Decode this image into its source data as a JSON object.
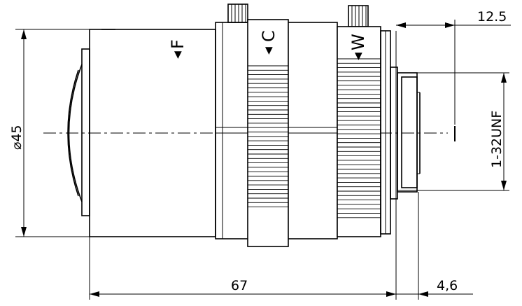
{
  "drawing": {
    "dimensions": {
      "length": "67",
      "flange_offset": "4,6",
      "mount_depth": "12.5",
      "outer_diameter": "⌀45",
      "mount_thread": "1-32UNF"
    },
    "ring_marks": {
      "focus": "F",
      "focus_arrow": "◀",
      "iris": "C",
      "iris_arrow": "◀",
      "zoom": "W",
      "zoom_arrow": "◀"
    }
  }
}
